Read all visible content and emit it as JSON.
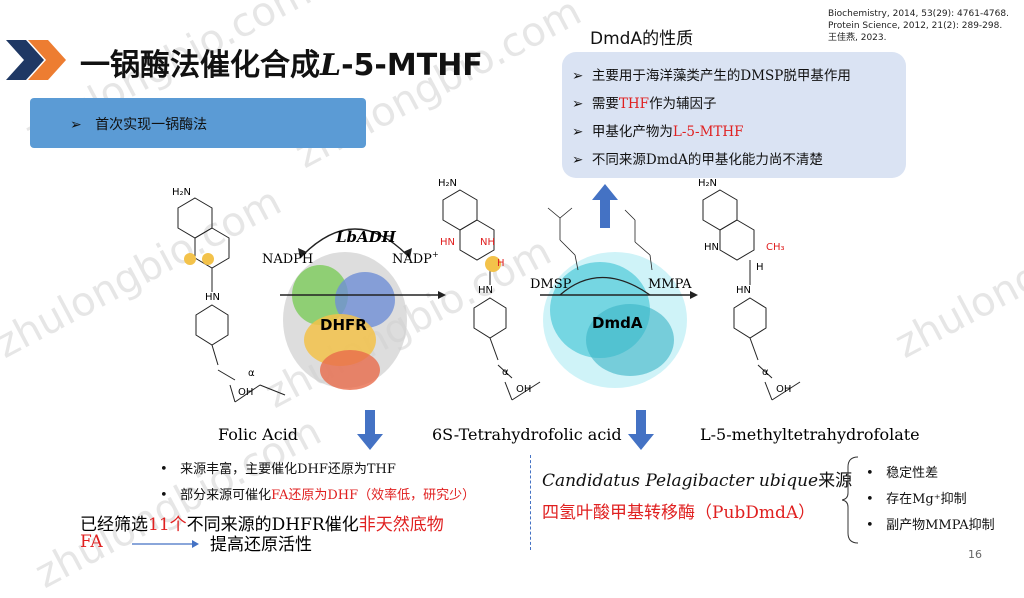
{
  "title": {
    "prefix": "一锅酶法催化合成",
    "italic": "L",
    "suffix": "-5-MTHF"
  },
  "banner": {
    "text": "首次实现一锅酶法"
  },
  "refs": [
    "Biochemistry, 2014, 53(29): 4761-4768.",
    "Protein Science, 2012, 21(2): 289-298.",
    "王佳燕, 2023."
  ],
  "dmda_props": {
    "heading": "DmdA的性质",
    "items": [
      {
        "a": "主要用于海洋藻类产生的DMSP脱甲基作用",
        "b": "",
        "c": ""
      },
      {
        "a": "需要",
        "b": "THF",
        "c": "作为辅因子"
      },
      {
        "a": "甲基化产物为",
        "b": "L-5-MTHF",
        "c": ""
      },
      {
        "a": "不同来源DmdA的甲基化能力尚不清楚",
        "b": "",
        "c": ""
      }
    ]
  },
  "diagram": {
    "folic": "Folic Acid",
    "thf": "6S-Tetrahydrofolic acid",
    "mthf": "L-5-methyltetrahydrofolate",
    "enzyme1": "LbADH",
    "nadph": "NADPH",
    "nadp": "NADP",
    "dhfr": "DHFR",
    "dmsp": "DMSP",
    "mmpa": "MMPA",
    "dmda": "DmdA",
    "h2n": "H₂N",
    "oh": "OH",
    "hn": "HN",
    "nh": "NH",
    "h": "H",
    "alpha": "α",
    "ch3": "CH₃"
  },
  "dhfr_notes": {
    "bullet1": "来源丰富，主要催化DHF还原为THF",
    "bullet2a": "部分来源可催化",
    "bullet2b": "FA还原为DHF（效率低，研究少）",
    "line1a": "已经筛选",
    "line1b": "11个",
    "line1c": "不同来源的DHFR催化",
    "line1d": "非天然底物",
    "line2a": "FA",
    "line2b": "提高还原活性"
  },
  "dmda_source": {
    "species": "Candidatus Pelagibacter ubique",
    "suffix": "来源",
    "name": "四氢叶酸甲基转移酶（PubDmdA）"
  },
  "dmda_notes": [
    "稳定性差",
    "存在Mg⁺抑制",
    "副产物MMPA抑制"
  ],
  "page_number": "16",
  "watermark": "zhulongbio.com",
  "colors": {
    "accent_blue": "#5b9bd5",
    "panel": "#dae3f3",
    "arrow_blue": "#4472c4",
    "red": "#e02020",
    "orange": "#ed7d31"
  }
}
